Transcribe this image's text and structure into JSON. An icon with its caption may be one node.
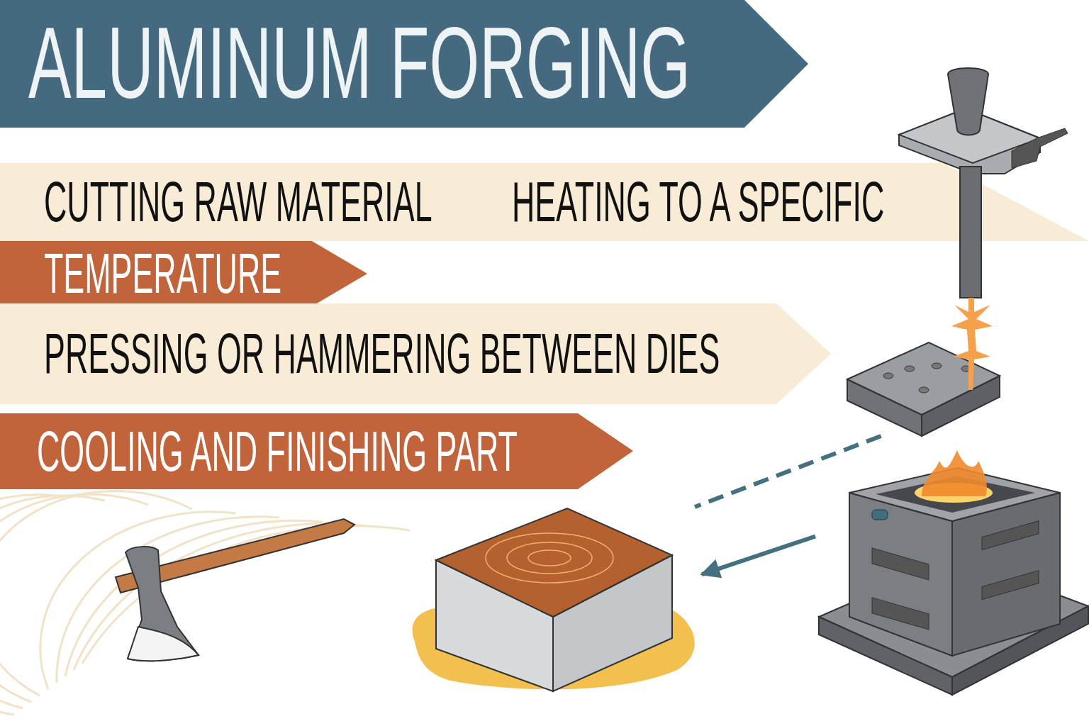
{
  "diagram": {
    "title": "ALUMINUM FORGING",
    "nodes": [
      {
        "text": [
          "CUTTING RAW MATERIAL",
          "HEATING TO A SPECIFIC"
        ]
      },
      {
        "text": [
          "TEMPERATURE"
        ]
      },
      {
        "text": [
          "PRESSING OR HAMMERING BETWEEN DIES"
        ]
      },
      {
        "text": [
          "COOLING AND FINISHING PART"
        ]
      },
      {
        "text": [],
        "shape": "picture"
      },
      {
        "text": [],
        "shape": "picture"
      },
      {
        "text": [],
        "shape": "picture"
      }
    ],
    "edges": [
      {
        "from": 4,
        "to": 5,
        "arrow": "none",
        "style": "dashed"
      },
      {
        "from": 6,
        "to": 5,
        "arrow": "to"
      }
    ]
  }
}
